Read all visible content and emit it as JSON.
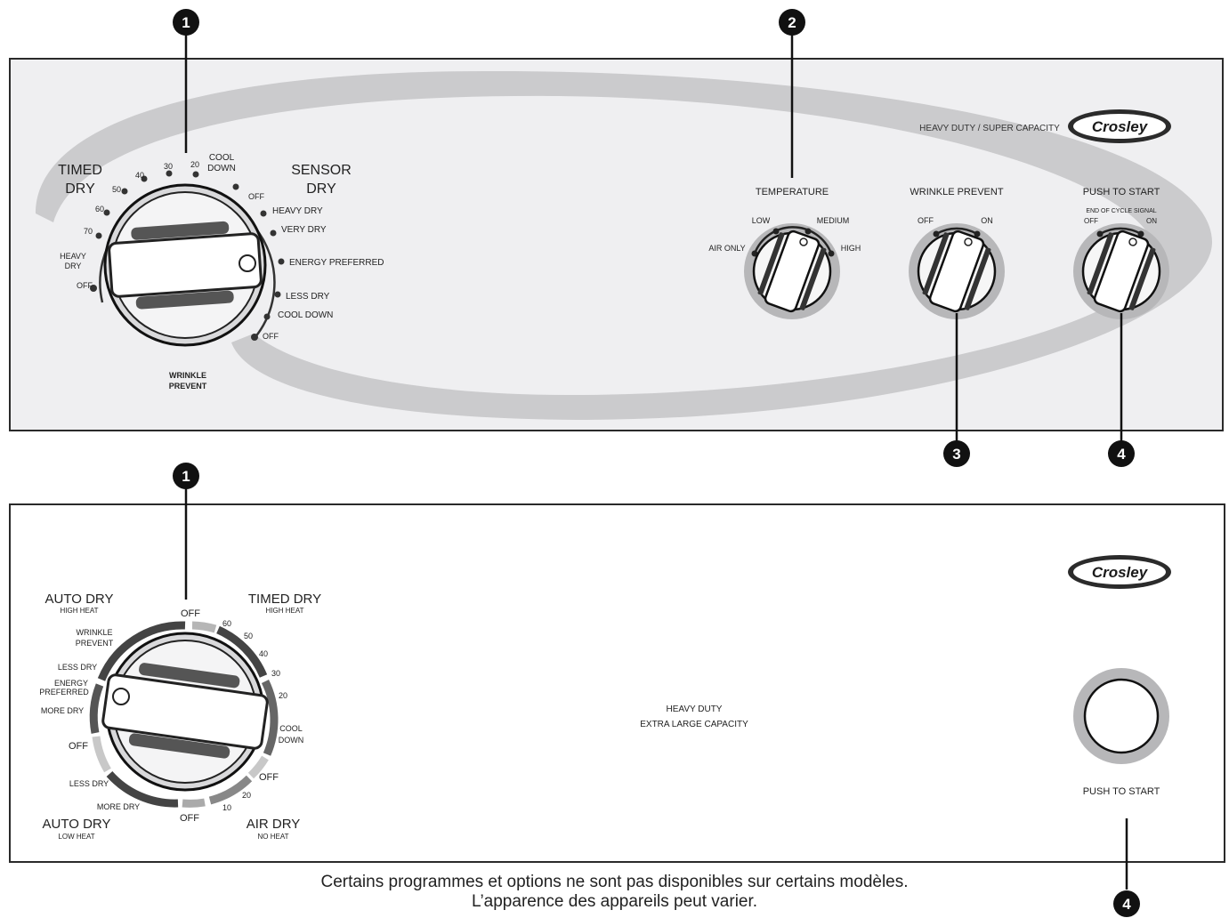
{
  "callouts": {
    "c1": "1",
    "c2": "2",
    "c3": "3",
    "c4": "4"
  },
  "panel_top": {
    "brand": "Crosley",
    "model_text": "HEAVY DUTY / SUPER CAPACITY",
    "cycle_dial": {
      "timed_dry_1": "TIMED",
      "timed_dry_2": "DRY",
      "sensor_dry_1": "SENSOR",
      "sensor_dry_2": "DRY",
      "left_ticks": [
        "COOL",
        "DOWN",
        "20",
        "30",
        "40",
        "50",
        "60",
        "70",
        "HEAVY",
        "DRY",
        "OFF"
      ],
      "sensor_positions": [
        "OFF",
        "HEAVY DRY",
        "VERY DRY",
        "ENERGY PREFERRED",
        "LESS DRY",
        "COOL DOWN",
        "OFF"
      ],
      "wrinkle_1": "WRINKLE",
      "wrinkle_2": "PREVENT"
    },
    "temperature": {
      "label": "TEMPERATURE",
      "low": "LOW",
      "medium": "MEDIUM",
      "air_only": "AIR ONLY",
      "high": "HIGH"
    },
    "wrinkle_prevent": {
      "label": "WRINKLE PREVENT",
      "off": "OFF",
      "on": "ON"
    },
    "push_to_start": {
      "label": "PUSH TO START",
      "sub": "END OF CYCLE SIGNAL",
      "off": "OFF",
      "on": "ON"
    }
  },
  "panel_bottom": {
    "brand": "Crosley",
    "auto_dry_high": "AUTO DRY",
    "auto_dry_high_sub": "HIGH HEAT",
    "timed_dry": "TIMED DRY",
    "timed_dry_sub": "HIGH HEAT",
    "auto_dry_low": "AUTO DRY",
    "auto_dry_low_sub": "LOW HEAT",
    "air_dry": "AIR DRY",
    "air_dry_sub": "NO HEAT",
    "left_positions": [
      "WRINKLE",
      "PREVENT",
      "LESS DRY",
      "ENERGY",
      "PREFERRED",
      "MORE DRY",
      "OFF",
      "LESS DRY",
      "MORE DRY"
    ],
    "right_positions": [
      "OFF",
      "60",
      "50",
      "40",
      "30",
      "20",
      "COOL",
      "DOWN",
      "OFF",
      "20",
      "10",
      "OFF"
    ],
    "center_1": "HEAVY DUTY",
    "center_2": "EXTRA LARGE CAPACITY",
    "push_to_start": "PUSH TO START"
  },
  "captions": {
    "line1": "Certains programmes et options ne sont pas disponibles sur certains modèles.",
    "line2": "L’apparence des appareils peut varier."
  }
}
